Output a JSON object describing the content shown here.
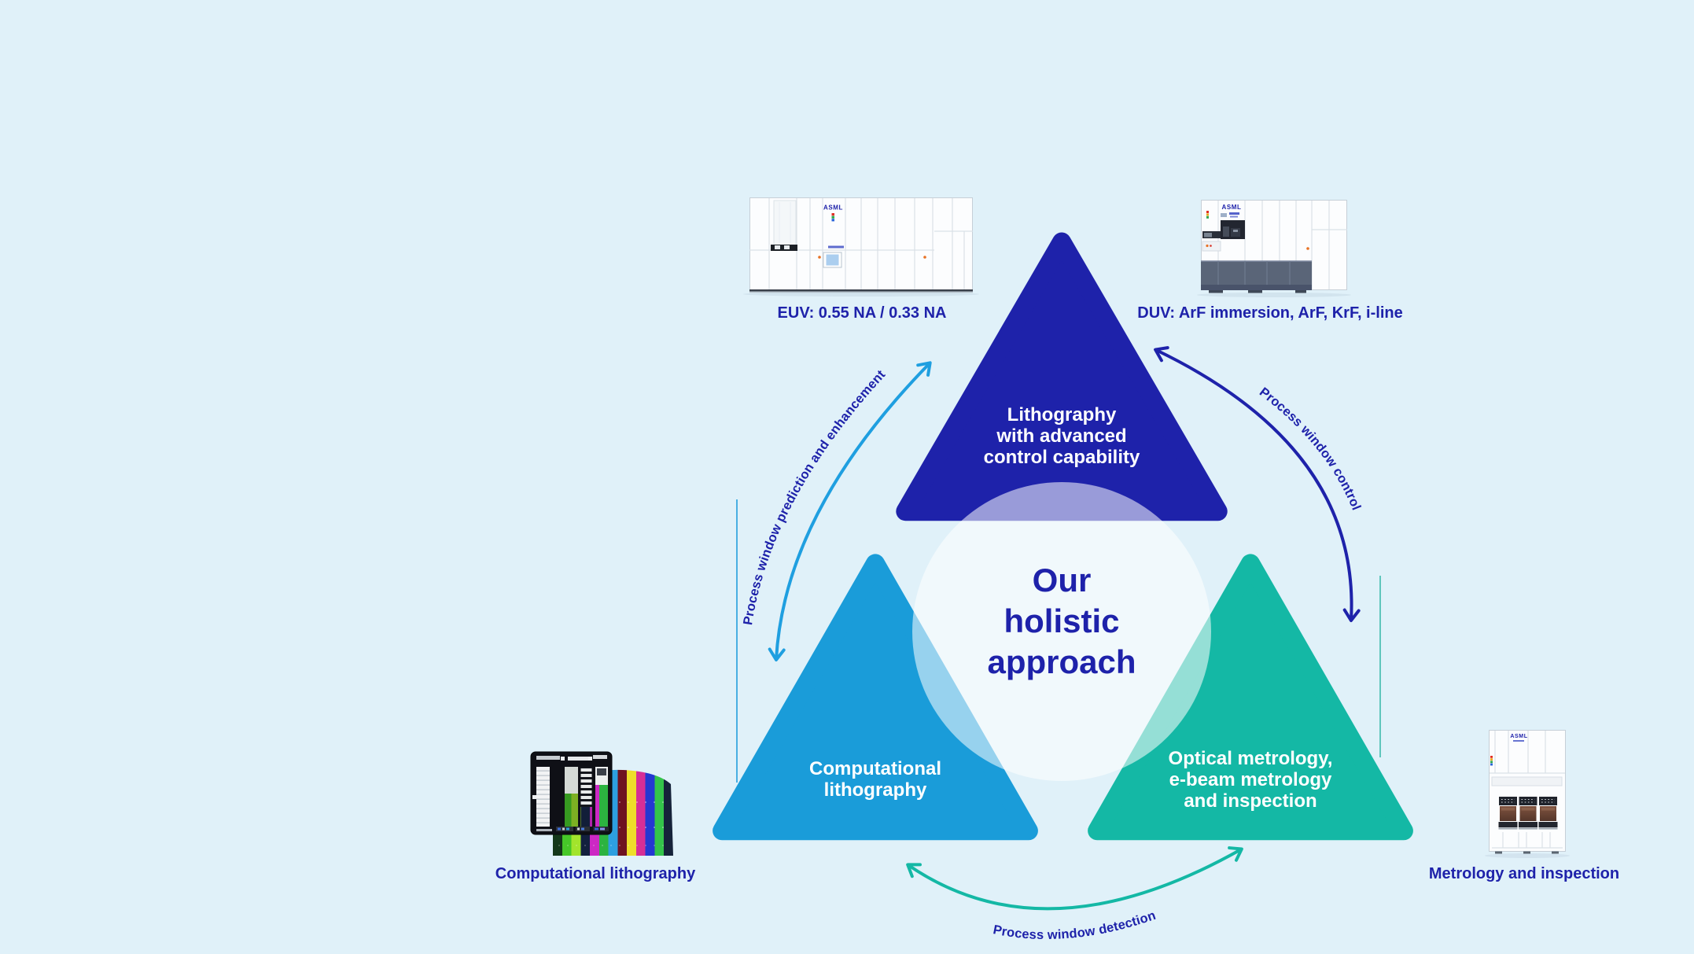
{
  "colors": {
    "background": "#E0F1F9",
    "navy": "#1E22AA",
    "blue": "#1A9CD9",
    "teal": "#14B8A5",
    "arrow_blue": "#1F9FE0",
    "circle": "#FFFFFF"
  },
  "center_circle": {
    "lines": [
      "Our",
      "holistic",
      "approach"
    ]
  },
  "triangles": {
    "top": {
      "lines": [
        "Lithography",
        "with advanced",
        "control capability"
      ]
    },
    "bottom_left": {
      "lines": [
        "Computational",
        "lithography"
      ]
    },
    "bottom_right": {
      "lines": [
        "Optical metrology,",
        "e-beam metrology",
        "and inspection"
      ]
    }
  },
  "arrows": {
    "left": {
      "label": "Process window prediction and enhancement"
    },
    "right": {
      "label": "Process window control"
    },
    "bottom": {
      "label": "Process window detection"
    }
  },
  "machines": {
    "euv": {
      "caption": "EUV: 0.55 NA / 0.33 NA",
      "logo": "ASML"
    },
    "duv": {
      "caption": "DUV: ArF immersion, ArF, KrF, i-line",
      "logo": "ASML"
    },
    "computational": {
      "caption": "Computational lithography"
    },
    "metrology": {
      "caption": "Metrology and inspection",
      "logo": "ASML"
    }
  }
}
